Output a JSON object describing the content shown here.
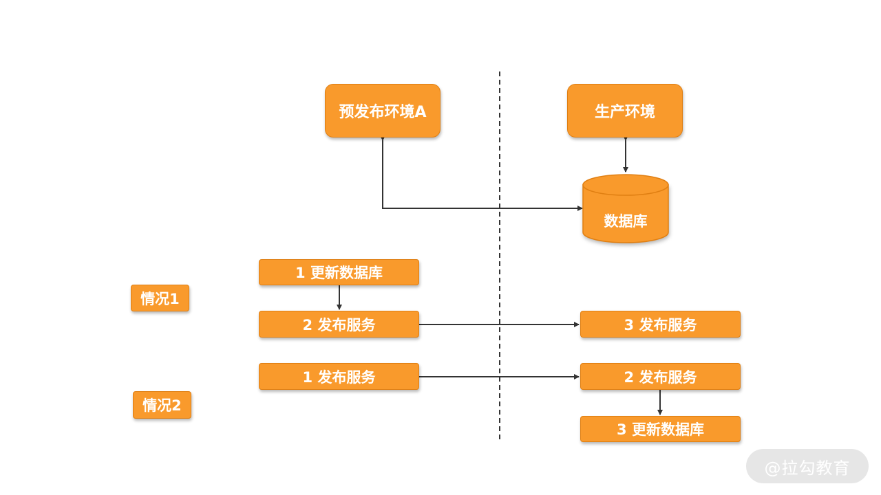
{
  "environments": {
    "preprod": "预发布环境A",
    "prod": "生产环境"
  },
  "database": "数据库",
  "case1": {
    "label": "情况1",
    "steps": [
      "1 更新数据库",
      "2 发布服务",
      "3 发布服务"
    ]
  },
  "case2": {
    "label": "情况2",
    "steps": [
      "1 发布服务",
      "2 发布服务",
      "3 更新数据库"
    ]
  },
  "watermark": "@拉勾教育",
  "colors": {
    "box_fill": "#f99a2c",
    "box_border": "#e07f12",
    "line": "#333333"
  }
}
